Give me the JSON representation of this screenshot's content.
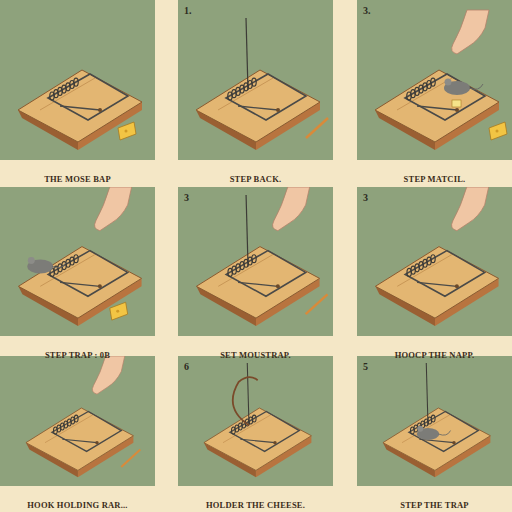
{
  "diagram": {
    "nodes": [
      {
        "text": [
          "THE MOSE BAP"
        ]
      },
      {
        "text": [
          "1.",
          "STEP BACK."
        ]
      },
      {
        "text": [
          "3.",
          "STEP MATCIL."
        ]
      },
      {
        "text": [
          "STEP TRAP : 0B"
        ]
      },
      {
        "text": [
          "3",
          "SET MOUSTRAP."
        ]
      },
      {
        "text": [
          "3",
          "HOOCP THE NAPP."
        ]
      },
      {
        "text": [
          "HOOK HOLDING RAR..."
        ]
      },
      {
        "text": [
          "6",
          "HOLDER THE CHEESE."
        ]
      },
      {
        "text": [
          "5",
          "STEP THE TRAP"
        ]
      }
    ]
  }
}
